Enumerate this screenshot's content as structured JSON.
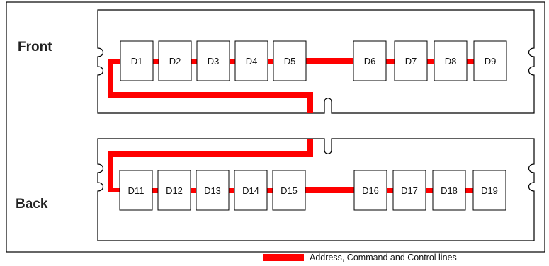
{
  "front": {
    "label": "Front",
    "chips": [
      "D1",
      "D2",
      "D3",
      "D4",
      "D5",
      "D6",
      "D7",
      "D8",
      "D9"
    ]
  },
  "back": {
    "label": "Back",
    "chips": [
      "D11",
      "D12",
      "D13",
      "D14",
      "D15",
      "D16",
      "D17",
      "D18",
      "D19"
    ]
  },
  "legend": {
    "label": "Address, Command and Control lines",
    "color": "#ff0000"
  },
  "colors": {
    "line": "#ff0000",
    "outline": "#000000"
  }
}
